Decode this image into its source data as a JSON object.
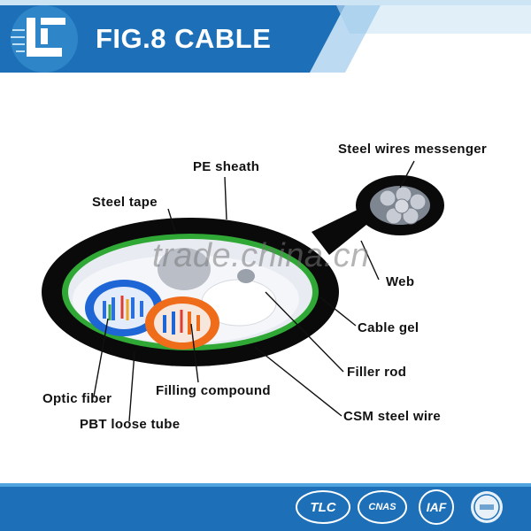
{
  "header": {
    "title": "FIG.8 CABLE",
    "colors": {
      "primary": "#1d70b8",
      "light": "#4fa3de",
      "band": "#cde4f5"
    }
  },
  "labels": {
    "steel_wires_messenger": "Steel wires messenger",
    "pe_sheath": "PE   sheath",
    "steel_tape": "Steel tape",
    "web": "Web",
    "cable_gel": "Cable gel",
    "filler_rod": "Filler rod",
    "optic_fiber": "Optic fiber",
    "filling_compound": "Filling compound",
    "pbt_loose_tube": "PBT loose tube",
    "csm_steel_wire": "CSM steel wire"
  },
  "watermark": "trade.china.cn",
  "footer": {
    "badges": [
      {
        "name": "tlc",
        "text": "TLC"
      },
      {
        "name": "cnas",
        "text": "CNAS"
      },
      {
        "name": "iaf",
        "text": "IAF"
      },
      {
        "name": "certification-seal",
        "text": ""
      }
    ]
  }
}
